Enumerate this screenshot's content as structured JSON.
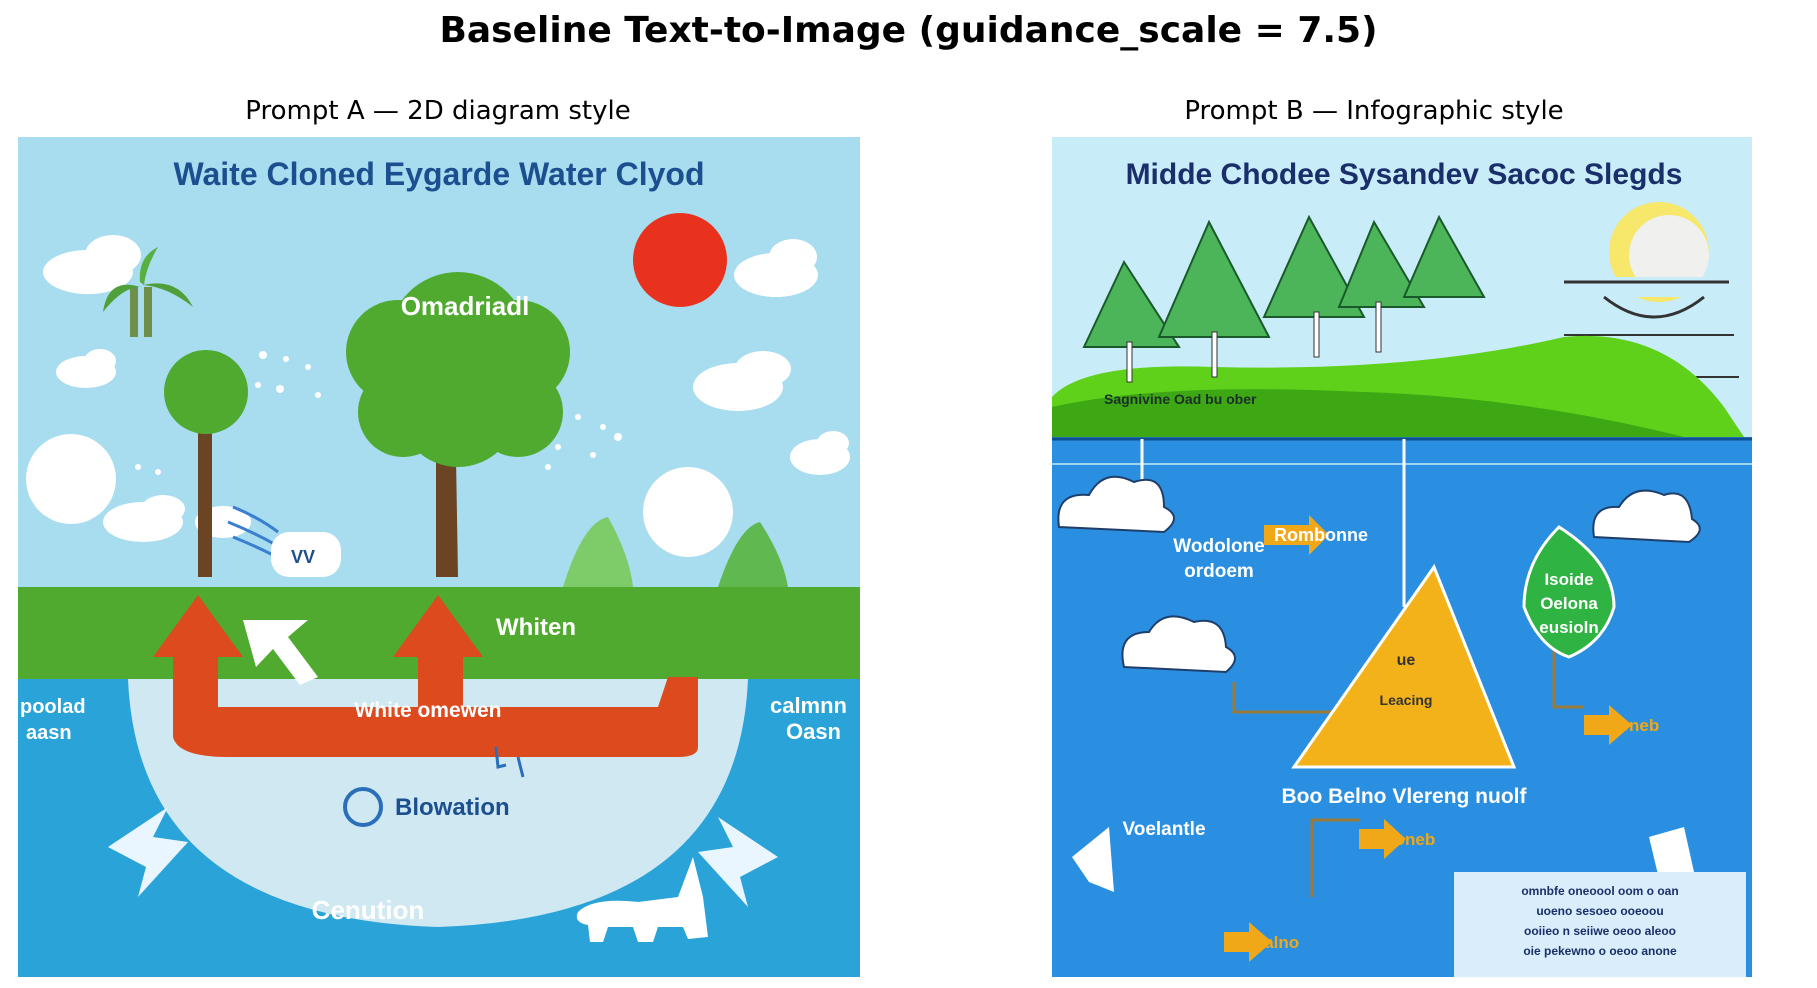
{
  "figure": {
    "title": "Baseline Text-to-Image (guidance_scale = 7.5)"
  },
  "panel_a": {
    "title": "Prompt A — 2D diagram style",
    "image_text": {
      "heading": "Waite Cloned Eygarde Water Clyod",
      "tree_label": "Omadriadl",
      "small_badge": "VV",
      "ground_label": "Whiten",
      "arrow_label": "White omewen",
      "left_label_1": "poolad",
      "left_label_2": "aasn",
      "right_label_1": "calmnn",
      "right_label_2": "Oasn",
      "center_label": "Blowation",
      "bottom_label": "Cenution"
    },
    "colors": {
      "sky": "#a8dcef",
      "grass": "#4faa2f",
      "sea": "#2aa3d9",
      "arrow": "#dd4a1e",
      "sun": "#e8321e"
    }
  },
  "panel_b": {
    "title": "Prompt B — Infographic style",
    "image_text": {
      "heading": "Midde Chodee Sysandev Sacoc Slegds",
      "hill_text": "Sagnivine Oad bu ober",
      "left_label_1": "Wodolone",
      "left_label_2": "ordoem",
      "top_arrow": "Rombonne",
      "leaf_label_1": "Isoide",
      "leaf_label_2": "Oelona",
      "leaf_label_3": "eusioln",
      "triangle_label_1": "ue",
      "triangle_label_2": "Leacing",
      "right_arrow": "Adoneb",
      "bottom_label_1": "Boo Belno Vlereng nuolf",
      "bottom_label_2": "Voelantle",
      "mid_arrow": "Adoneb",
      "bottom_arrow": "Meralno",
      "box_lines": [
        "omnbfe oneoool oom o oan",
        "uoeno sesoeo ooeoou",
        "ooiieo n seiiwe oeoo aleoo",
        "oie pekewno o oeoo anone"
      ]
    },
    "colors": {
      "sky": "#c9ecf9",
      "hill": "#5fd11a",
      "sea": "#2a8fe0",
      "triangle": "#f3b21a",
      "arrow": "#f0a818"
    }
  }
}
